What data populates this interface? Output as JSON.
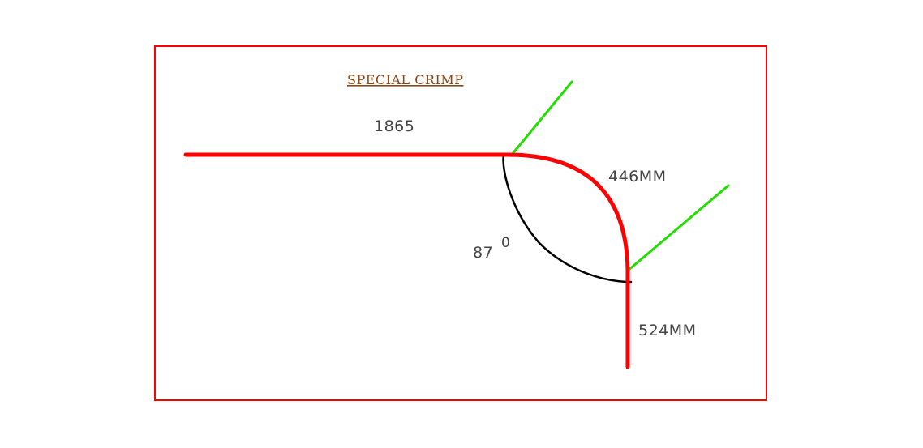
{
  "title": "SPECIAL CRIMP",
  "labels": {
    "length_straight": "1865",
    "length_arc": "446MM",
    "angle_value": "87",
    "angle_unit": "0",
    "length_vertical": "524MM"
  },
  "colors": {
    "frame": "#ff0000",
    "profile": "#ff0000",
    "tangent_marks": "#22dd00",
    "angle_arc": "#000000",
    "title": "#8b4513",
    "text": "#444444"
  }
}
